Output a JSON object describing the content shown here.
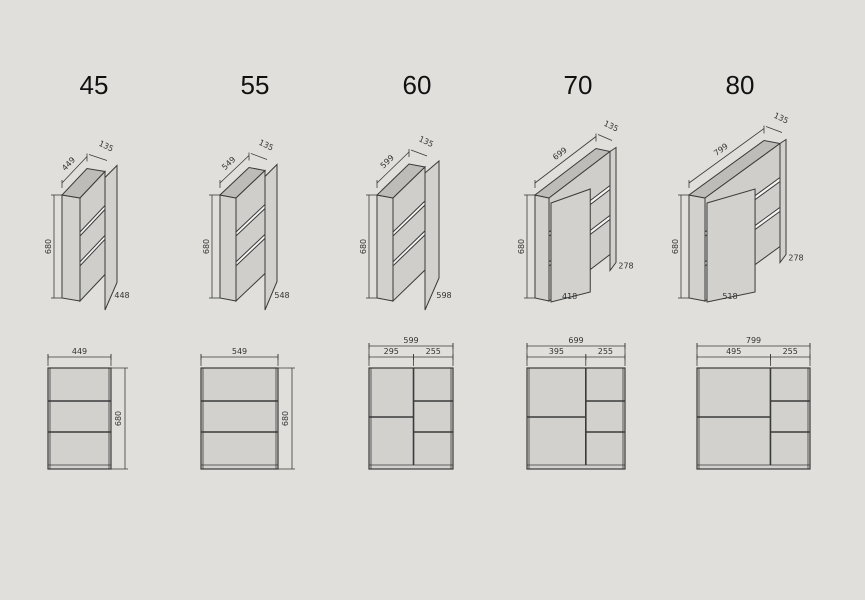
{
  "colors": {
    "background": "#e0dfdb",
    "panel": "#d2d1ce",
    "panel_dark": "#bdbcb8",
    "line": "#3a3a3a",
    "glass": "#f4f4f2"
  },
  "models": [
    {
      "size": "45",
      "iso": {
        "width": "449",
        "depth": "135",
        "height": "680",
        "door": "448"
      },
      "front": {
        "width": "449",
        "height": "680"
      }
    },
    {
      "size": "55",
      "iso": {
        "width": "549",
        "depth": "135",
        "height": "680",
        "door": "548"
      },
      "front": {
        "width": "549",
        "height": "680"
      }
    },
    {
      "size": "60",
      "iso": {
        "width": "599",
        "depth": "135",
        "height": "680",
        "door": "598"
      },
      "front": {
        "width": "599",
        "left": "295",
        "right": "255"
      }
    },
    {
      "size": "70",
      "iso": {
        "width": "699",
        "depth": "135",
        "height": "680",
        "door": "418",
        "door2": "278"
      },
      "front": {
        "width": "699",
        "left": "395",
        "right": "255"
      }
    },
    {
      "size": "80",
      "iso": {
        "width": "799",
        "depth": "135",
        "height": "680",
        "door": "518",
        "door2": "278"
      },
      "front": {
        "width": "799",
        "left": "495",
        "right": "255"
      }
    }
  ]
}
